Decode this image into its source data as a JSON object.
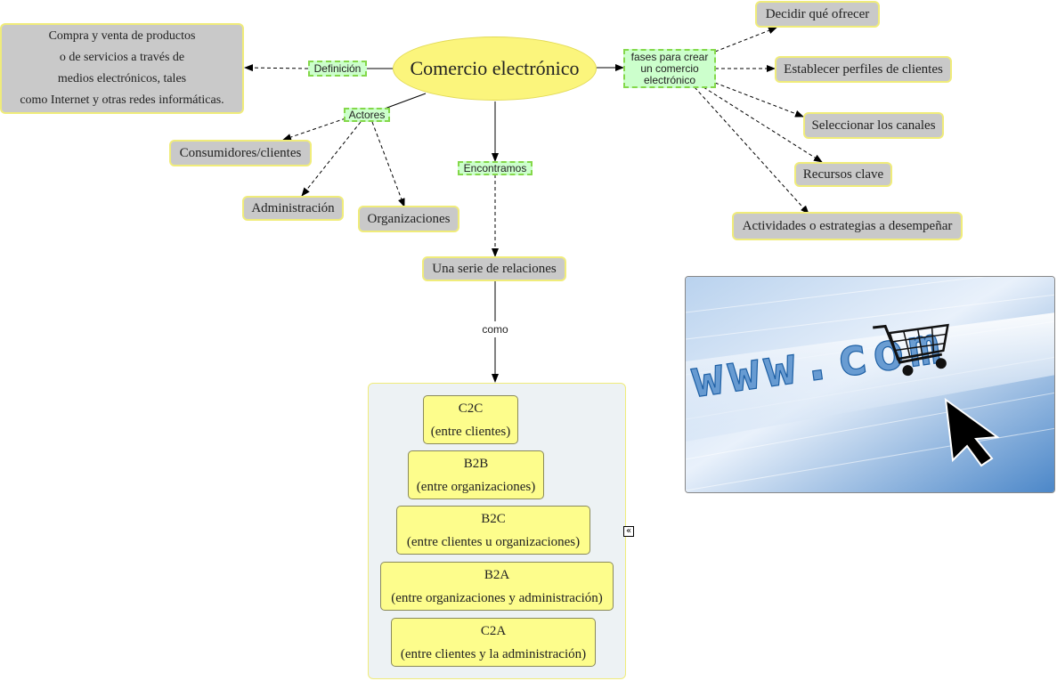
{
  "central": "Comercio electrónico",
  "definition": {
    "link": "Definición",
    "text": "Compra y venta de productos\no de servicios a través de\nmedios electrónicos, tales\ncomo Internet y otras redes informáticas."
  },
  "actors": {
    "link": "Actores",
    "items": [
      "Consumidores/clientes",
      "Administración",
      "Organizaciones"
    ]
  },
  "found": {
    "link": "Encontramos",
    "concept": "Una serie de relaciones",
    "link2": "como"
  },
  "relations": [
    {
      "code": "C2C",
      "desc": "(entre clientes)"
    },
    {
      "code": "B2B",
      "desc": "(entre organizaciones)"
    },
    {
      "code": "B2C",
      "desc": "(entre clientes u organizaciones)"
    },
    {
      "code": "B2A",
      "desc": "(entre organizaciones y administración)"
    },
    {
      "code": "C2A",
      "desc": "(entre clientes y la administración)"
    }
  ],
  "phases": {
    "link": "fases para crear\nun comercio\nelectrónico",
    "items": [
      "Decidir qué ofrecer",
      "Establecer perfiles de clientes",
      "Seleccionar los canales",
      "Recursos clave",
      "Actividades o estrategias a desempeñar"
    ]
  },
  "icons": {
    "collapse": "«",
    "image": "www-com-shopping-cart-image"
  },
  "image_text": "www.com",
  "colors": {
    "concept_bg": "#c9c9c9",
    "concept_border": "#f0ec7a",
    "central_bg": "#fbf57c",
    "link_bg": "#ccffcc",
    "link_border": "#84d84a",
    "relation_bg": "#fdfd8c",
    "group_bg": "#edf2f4"
  }
}
